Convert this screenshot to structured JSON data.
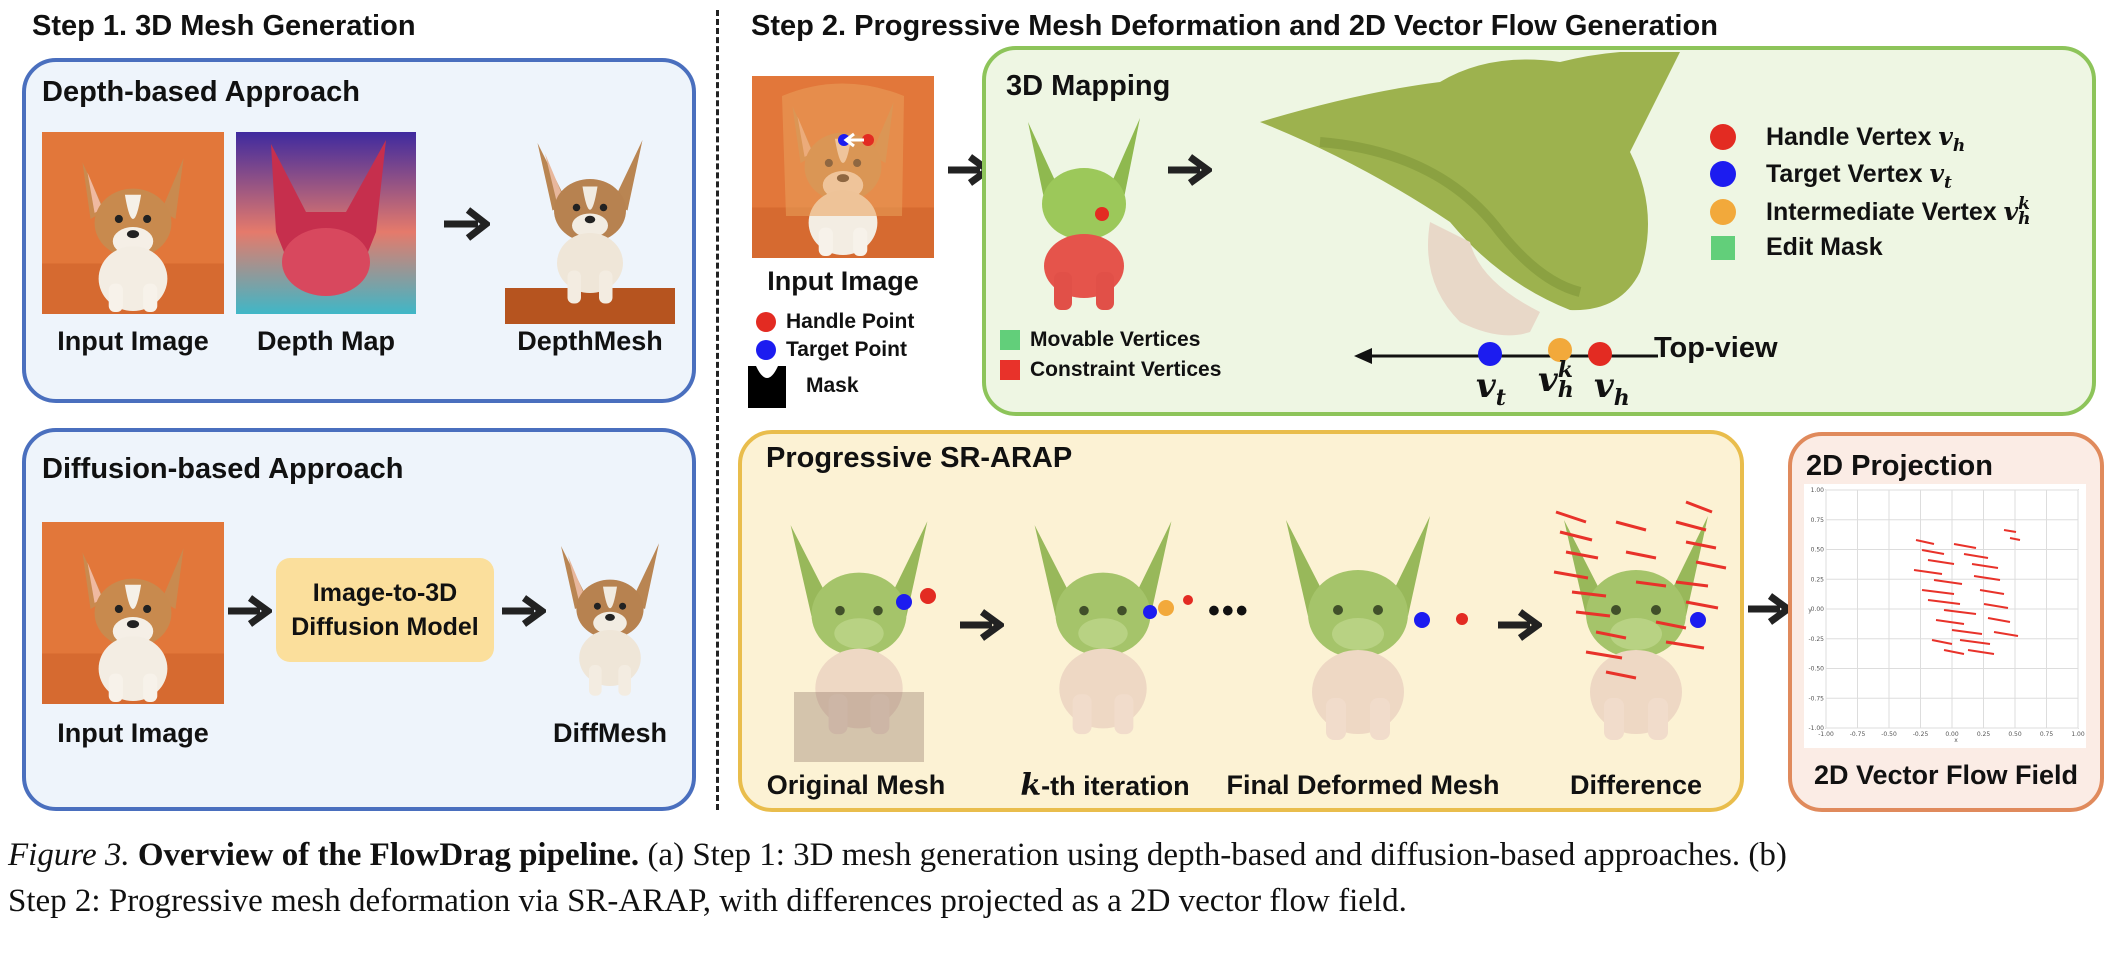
{
  "step1": {
    "title": "Step 1. 3D Mesh Generation",
    "depth": {
      "title": "Depth-based Approach",
      "labels": [
        "Input Image",
        "Depth Map",
        "DepthMesh"
      ]
    },
    "diffusion": {
      "title": "Diffusion-based Approach",
      "input_label": "Input Image",
      "model_lines": [
        "Image-to-3D",
        "Diffusion Model"
      ],
      "output_label": "DiffMesh"
    }
  },
  "step2": {
    "title": "Step 2. Progressive Mesh Deformation and 2D Vector Flow Generation",
    "input": {
      "label": "Input Image",
      "legend": [
        "Handle Point",
        "Target Point",
        "Mask"
      ]
    },
    "mapping": {
      "title": "3D Mapping",
      "vertex_legend": [
        "Movable Vertices",
        "Constraint Vertices"
      ],
      "legend": [
        {
          "text": "Handle Vertex ",
          "sym": "v",
          "sub": "h",
          "sup": "",
          "color": "#e32b22"
        },
        {
          "text": "Target Vertex ",
          "sym": "v",
          "sub": "t",
          "sup": "",
          "color": "#1c1cf0"
        },
        {
          "text": "Intermediate Vertex ",
          "sym": "v",
          "sub": "h",
          "sup": "k",
          "color": "#f2a93b"
        },
        {
          "text": "Edit Mask",
          "sym": "",
          "sub": "",
          "sup": "",
          "color": "#62cf7a"
        }
      ],
      "topview": "Top-view",
      "axis_symbols": [
        {
          "sym": "v",
          "sub": "t",
          "sup": ""
        },
        {
          "sym": "v",
          "sub": "h",
          "sup": "k"
        },
        {
          "sym": "v",
          "sub": "h",
          "sup": ""
        }
      ]
    },
    "srarap": {
      "title": "Progressive SR-ARAP",
      "labels": [
        "Original Mesh",
        "-th iteration",
        "Final Deformed Mesh",
        "Difference"
      ],
      "k_symbol": "k",
      "ellipsis": "•••"
    },
    "projection": {
      "title": "2D Projection",
      "label": "2D Vector Flow Field",
      "y_ticks": [
        "1.00",
        "0.75",
        "0.50",
        "0.25",
        "0.00",
        "-0.25",
        "-0.50",
        "-0.75",
        "-1.00"
      ],
      "x_ticks": [
        "-1.00",
        "-0.75",
        "-0.50",
        "-0.25",
        "0.00",
        "0.25",
        "0.50",
        "0.75",
        "1.00"
      ],
      "x_axis_label": "x",
      "y_axis_label": "y"
    }
  },
  "caption": {
    "fig": "Figure 3.",
    "title": "Overview of the FlowDrag pipeline.",
    "line1_rest": "(a) Step 1: 3D mesh generation using depth-based and diffusion-based approaches. (b)",
    "line2": "Step 2: Progressive mesh deformation via SR-ARAP, with differences projected as a 2D vector flow field."
  },
  "colors": {
    "handle": "#e32b22",
    "target": "#1c1cf0",
    "intermediate": "#f2a93b",
    "edit_mask": "#62cf7a",
    "movable": "#62cf7a",
    "constraint": "#e8322a",
    "flow": "#e8322a"
  }
}
